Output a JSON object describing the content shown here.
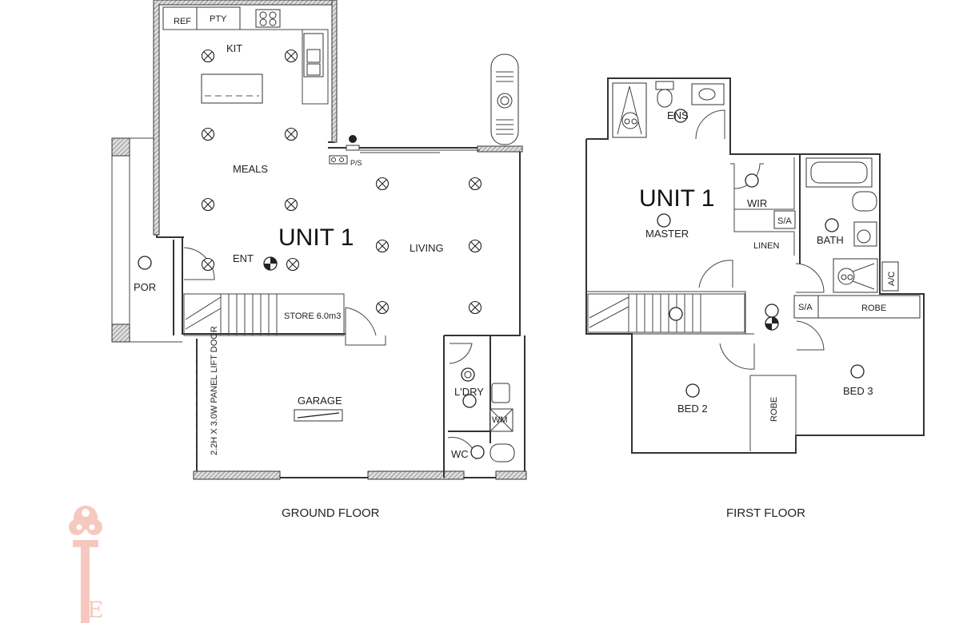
{
  "floors": {
    "ground": {
      "caption": "GROUND FLOOR",
      "unit_label": "UNIT 1",
      "rooms": {
        "ref": "REF",
        "pty": "PTY",
        "kit": "KIT",
        "meals": "MEALS",
        "living": "LIVING",
        "ent": "ENT",
        "por": "POR",
        "store": "STORE 6.0m3",
        "garage": "GARAGE",
        "laundry": "L'DRY",
        "wc": "WC",
        "wm": "WM",
        "ps": "P/S",
        "garage_door": "2.2H X 3.0W PANEL LIFT DOOR"
      }
    },
    "first": {
      "caption": "FIRST FLOOR",
      "unit_label": "UNIT 1",
      "rooms": {
        "ens": "ENS",
        "wir": "WIR",
        "master": "MASTER",
        "sa1": "S/A",
        "linen": "LINEN",
        "bath": "BATH",
        "ac": "A/C",
        "sa2": "S/A",
        "robe_top": "ROBE",
        "bed2": "BED 2",
        "robe_side": "ROBE",
        "bed3": "BED 3"
      }
    }
  },
  "colors": {
    "logo": "#f6c9c0",
    "walls": "#333333"
  },
  "logo": {
    "icon": "key-logo-icon",
    "letter": "E"
  }
}
